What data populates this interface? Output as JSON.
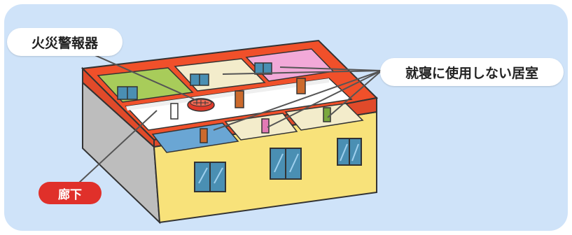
{
  "labels": {
    "fire_alarm": "火災警報器",
    "bedroom": "就寝に使用しない居室",
    "corridor": "廊下"
  },
  "colors": {
    "background_panel": "#cfe3f9",
    "roof_edge": "#f0502a",
    "outline": "#333333",
    "facade_front": "#f8e27a",
    "facade_side": "#bdbdbd",
    "room_green": "#a8cc5a",
    "room_cream": "#f3eccb",
    "room_pink": "#f2a9d8",
    "room_blue": "#6aa6d4",
    "corridor_floor": "#ffffff",
    "window_glass": "#4a8fb3",
    "door_brown": "#cc6a2c",
    "door_green": "#7aa83e",
    "door_pink": "#e27ab5",
    "detector_red": "#e23a2a",
    "corridor_badge": "#e0302a"
  }
}
